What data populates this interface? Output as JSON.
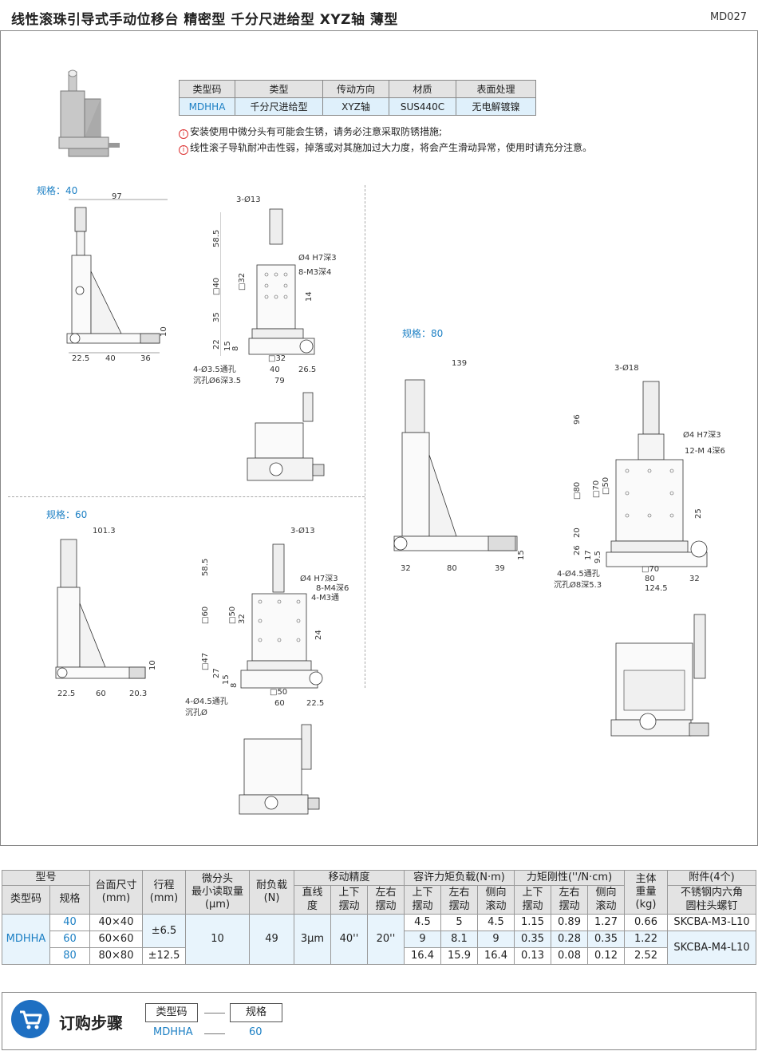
{
  "title": "线性滚珠引导式手动位移台  精密型  千分尺进给型  XYZ轴  薄型",
  "code": "MD027",
  "info_table": {
    "headers": [
      "类型码",
      "类型",
      "传动方向",
      "材质",
      "表面处理"
    ],
    "values": [
      "MDHHA",
      "千分尺进给型",
      "XYZ轴",
      "SUS440C",
      "无电解镀镍"
    ]
  },
  "notes": [
    "安装使用中微分头有可能会生锈，请务必注意采取防锈措施;",
    "线性滚子导轨耐冲击性弱，掉落或对其施加过大力度，将会产生滑动异常，使用时请充分注意。"
  ],
  "specs": {
    "s40": "规格：40",
    "s60": "规格：60",
    "s80": "规格：80"
  },
  "dims40": {
    "d97": "97",
    "d10": "10",
    "d22_5": "22.5",
    "d40": "40",
    "d36": "36",
    "d3_13": "3-Ø13",
    "d58_5": "58.5",
    "d_40": "□40",
    "d_32": "□32",
    "d35": "35",
    "d22": "22",
    "d15": "15",
    "d8": "8",
    "h7": "Ø4 H7深3",
    "m3": "8-M3深4",
    "d14": "14",
    "hole1": "4-Ø3.5通孔",
    "hole2": "沉孔Ø6深3.5",
    "b32": "□32",
    "b40": "40",
    "b26": "26.5",
    "b79": "79"
  },
  "dims60": {
    "d101": "101.3",
    "d10": "10",
    "d22_5": "22.5",
    "d60": "60",
    "d20_3": "20.3",
    "d3_13": "3-Ø13",
    "d58_5": "58.5",
    "d_60": "□60",
    "d_50": "□50",
    "d_32": "32",
    "d_47": "□47",
    "d27": "27",
    "d15": "15",
    "d8": "8",
    "h7": "Ø4 H7深3",
    "m4": "8-M4深6",
    "m3": "4-M3通",
    "d24": "24",
    "hole1": "4-Ø4.5通孔",
    "hole2": "沉孔Ø",
    "b50": "□50",
    "b60": "60",
    "b22": "22.5"
  },
  "dims80": {
    "d139": "139",
    "d15": "15",
    "d32": "32",
    "d80": "80",
    "d39": "39",
    "d3_18": "3-Ø18",
    "d96": "96",
    "d_80": "□80",
    "d_70": "□70",
    "d_50": "□50",
    "d20": "20",
    "d26": "26",
    "d17": "17",
    "d9_5": "9.5",
    "h7": "Ø4 H7深3",
    "m4": "12-M 4深6",
    "d25": "25",
    "hole1": "4-Ø4.5通孔",
    "hole2": "沉孔Ø8深5.3",
    "b70": "□70",
    "b80": "80",
    "b32": "32",
    "b124": "124.5"
  },
  "spec_table": {
    "h_model": "型号",
    "h_type": "类型码",
    "h_size": "规格",
    "h_table": "台面尺寸\n(mm)",
    "h_stroke": "行程\n(mm)",
    "h_micro": "微分头\n最小读取量\n(μm)",
    "h_load": "耐负载\n(N)",
    "h_acc": "移动精度",
    "h_straight": "直线\n度",
    "h_pitch": "上下\n摆动",
    "h_yaw": "左右\n摆动",
    "h_moment": "容许力矩负载(N·m)",
    "h_m1": "上下\n摆动",
    "h_m2": "左右\n摆动",
    "h_m3": "侧向\n滚动",
    "h_rigid": "力矩刚性(''/N·cm)",
    "h_r1": "上下\n摆动",
    "h_r2": "左右\n摆动",
    "h_r3": "侧向\n滚动",
    "h_weight": "主体\n重量\n(kg)",
    "h_acc4": "附件(4个)",
    "h_screw": "不锈钢内六角\n圆柱头螺钉",
    "type": "MDHHA",
    "micro": "10",
    "load": "49",
    "straight": "3μm",
    "pitch": "40''",
    "yaw": "20''",
    "stroke1": "±6.5",
    "stroke2": "±12.5",
    "screw1": "SKCBA-M3-L10",
    "screw2": "SKCBA-M4-L10",
    "rows": [
      {
        "size": "40",
        "table": "40×40",
        "m": [
          "4.5",
          "5",
          "4.5"
        ],
        "r": [
          "1.15",
          "0.89",
          "1.27"
        ],
        "w": "0.66"
      },
      {
        "size": "60",
        "table": "60×60",
        "m": [
          "9",
          "8.1",
          "9"
        ],
        "r": [
          "0.35",
          "0.28",
          "0.35"
        ],
        "w": "1.22"
      },
      {
        "size": "80",
        "table": "80×80",
        "m": [
          "16.4",
          "15.9",
          "16.4"
        ],
        "r": [
          "0.13",
          "0.08",
          "0.12"
        ],
        "w": "2.52"
      }
    ]
  },
  "order": {
    "title": "订购步骤",
    "box1": "类型码",
    "box2": "规格",
    "val1": "MDHHA",
    "val2": "60"
  }
}
